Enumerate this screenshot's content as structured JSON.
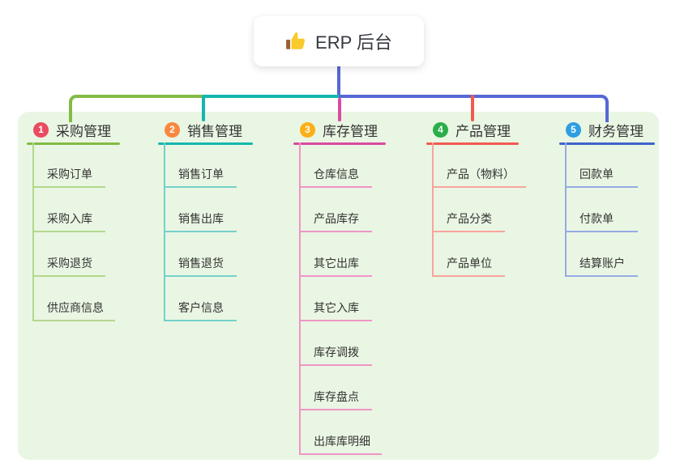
{
  "root": {
    "icon": "thumbs-up",
    "label": "ERP 后台"
  },
  "branches": [
    {
      "num": "1",
      "label": "采购管理",
      "badge_color": "#ea4b60",
      "line_color": "#84bb45",
      "child_line_color": "#b4d88d",
      "children": [
        "采购订单",
        "采购入库",
        "采购退货",
        "供应商信息"
      ]
    },
    {
      "num": "2",
      "label": "销售管理",
      "badge_color": "#f9883e",
      "line_color": "#13b7ae",
      "child_line_color": "#74d1c9",
      "children": [
        "销售订单",
        "销售出库",
        "销售退货",
        "客户信息"
      ]
    },
    {
      "num": "3",
      "label": "库存管理",
      "badge_color": "#fcaf17",
      "line_color": "#da4aa0",
      "child_line_color": "#f095c6",
      "children": [
        "仓库信息",
        "产品库存",
        "其它出库",
        "其它入库",
        "库存调拨",
        "库存盘点",
        "出库库明细"
      ]
    },
    {
      "num": "4",
      "label": "产品管理",
      "badge_color": "#2aae4a",
      "line_color": "#f25a50",
      "child_line_color": "#f8a49d",
      "children": [
        "产品（物料）",
        "产品分类",
        "产品单位"
      ]
    },
    {
      "num": "5",
      "label": "财务管理",
      "badge_color": "#2e9ee3",
      "line_color": "#3f63cd",
      "child_line_color": "#96abe3",
      "children": [
        "回款单",
        "付款单",
        "结算账户"
      ]
    }
  ],
  "colors": {
    "root_line": "#5668d5",
    "panel_bg": "#e9f6e3",
    "canvas_bg": "#ffffff",
    "text": "#333333"
  }
}
